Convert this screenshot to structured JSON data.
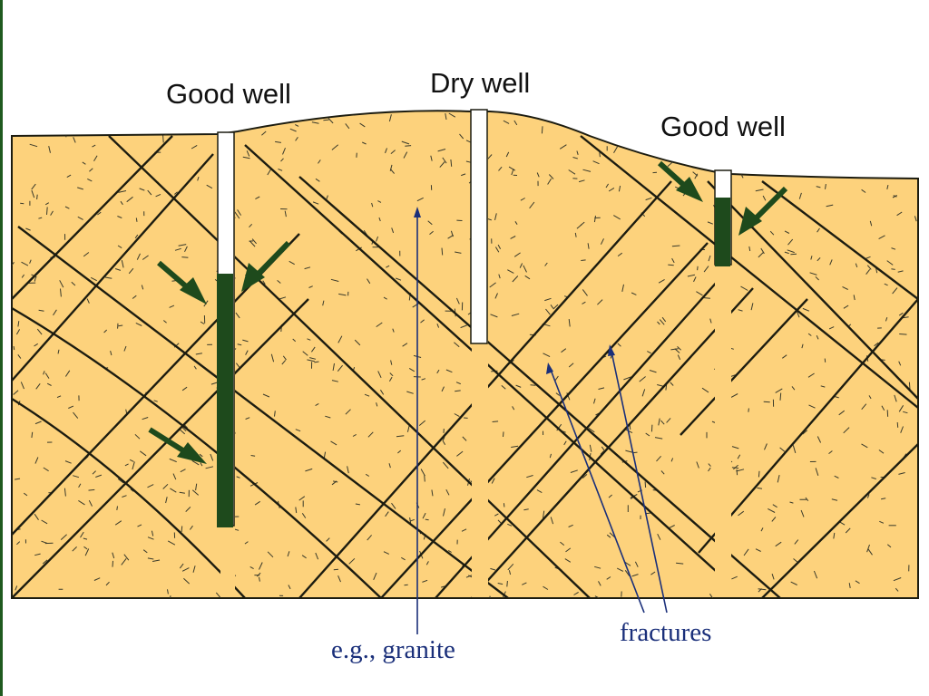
{
  "labels": {
    "good_well_left": "Good well",
    "dry_well": "Dry well",
    "good_well_right": "Good well",
    "rock_type": "e.g., granite",
    "fractures": "fractures"
  },
  "colors": {
    "rock": "#fdd27c",
    "fracture": "#1c1c10",
    "speckle": "#3a3a2a",
    "water_zone": "#1e4a1c",
    "flow_arrow": "#1e4a1c",
    "callout": "#1a2f7a",
    "well_bore": "#ffffff"
  },
  "wells": [
    {
      "name": "good-well-left",
      "yields_water": true
    },
    {
      "name": "dry-well",
      "yields_water": false
    },
    {
      "name": "good-well-right",
      "yields_water": true
    }
  ]
}
